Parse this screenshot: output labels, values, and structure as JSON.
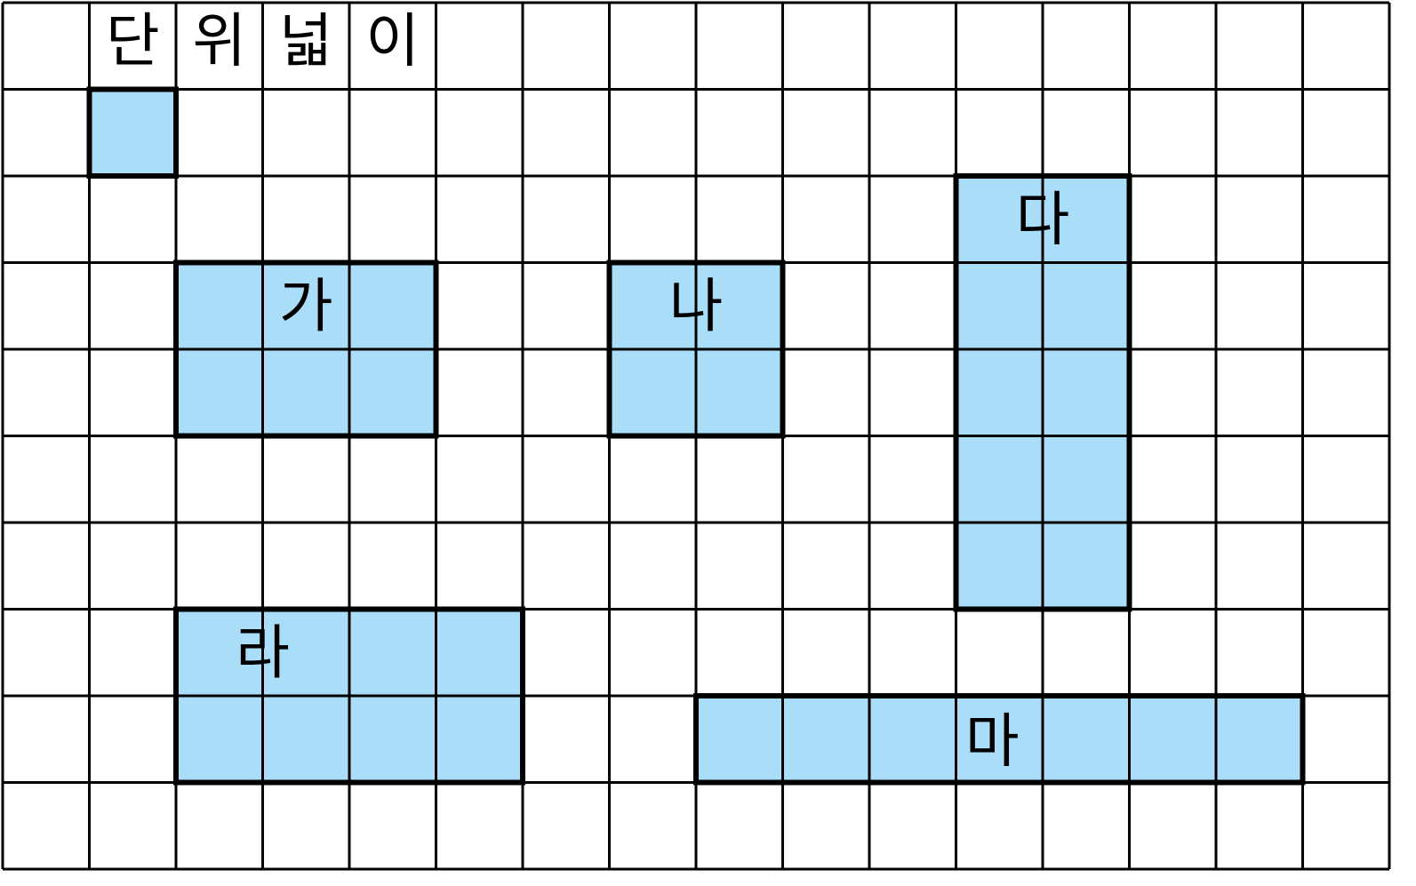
{
  "grid": {
    "cols": 16,
    "rows": 10,
    "line_color": "#000000",
    "fill_color": "#aaddf8"
  },
  "unit_area": {
    "label_chars": [
      "단",
      "위",
      "넓",
      "이"
    ],
    "col": 1,
    "row": 1,
    "width": 1,
    "height": 1
  },
  "shapes": [
    {
      "label": "가",
      "col": 2,
      "row": 3,
      "width": 3,
      "height": 2
    },
    {
      "label": "나",
      "col": 7,
      "row": 3,
      "width": 2,
      "height": 2
    },
    {
      "label": "다",
      "col": 11,
      "row": 2,
      "width": 2,
      "height": 5
    },
    {
      "label": "라",
      "col": 2,
      "row": 7,
      "width": 4,
      "height": 2
    },
    {
      "label": "마",
      "col": 8,
      "row": 8,
      "width": 7,
      "height": 1
    }
  ]
}
